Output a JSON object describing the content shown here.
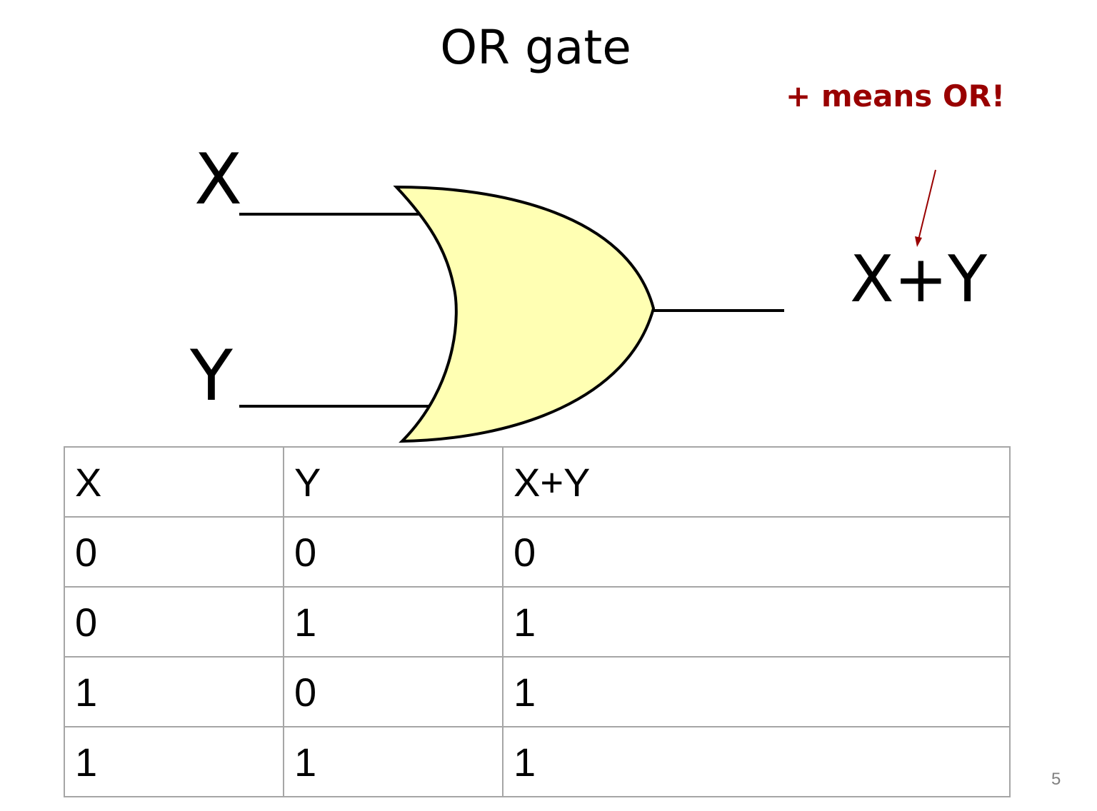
{
  "title": "OR gate",
  "annotation": "+ means OR!",
  "diagram": {
    "input_x_label": "X",
    "input_y_label": "Y",
    "output_label": "X+Y",
    "gate_fill": "#ffffb3",
    "arrow_color": "#990000"
  },
  "table": {
    "header": [
      "X",
      "Y",
      "X+Y"
    ],
    "rows": [
      [
        "0",
        "0",
        "0"
      ],
      [
        "0",
        "1",
        "1"
      ],
      [
        "1",
        "0",
        "1"
      ],
      [
        "1",
        "1",
        "1"
      ]
    ]
  },
  "page_number": "5"
}
